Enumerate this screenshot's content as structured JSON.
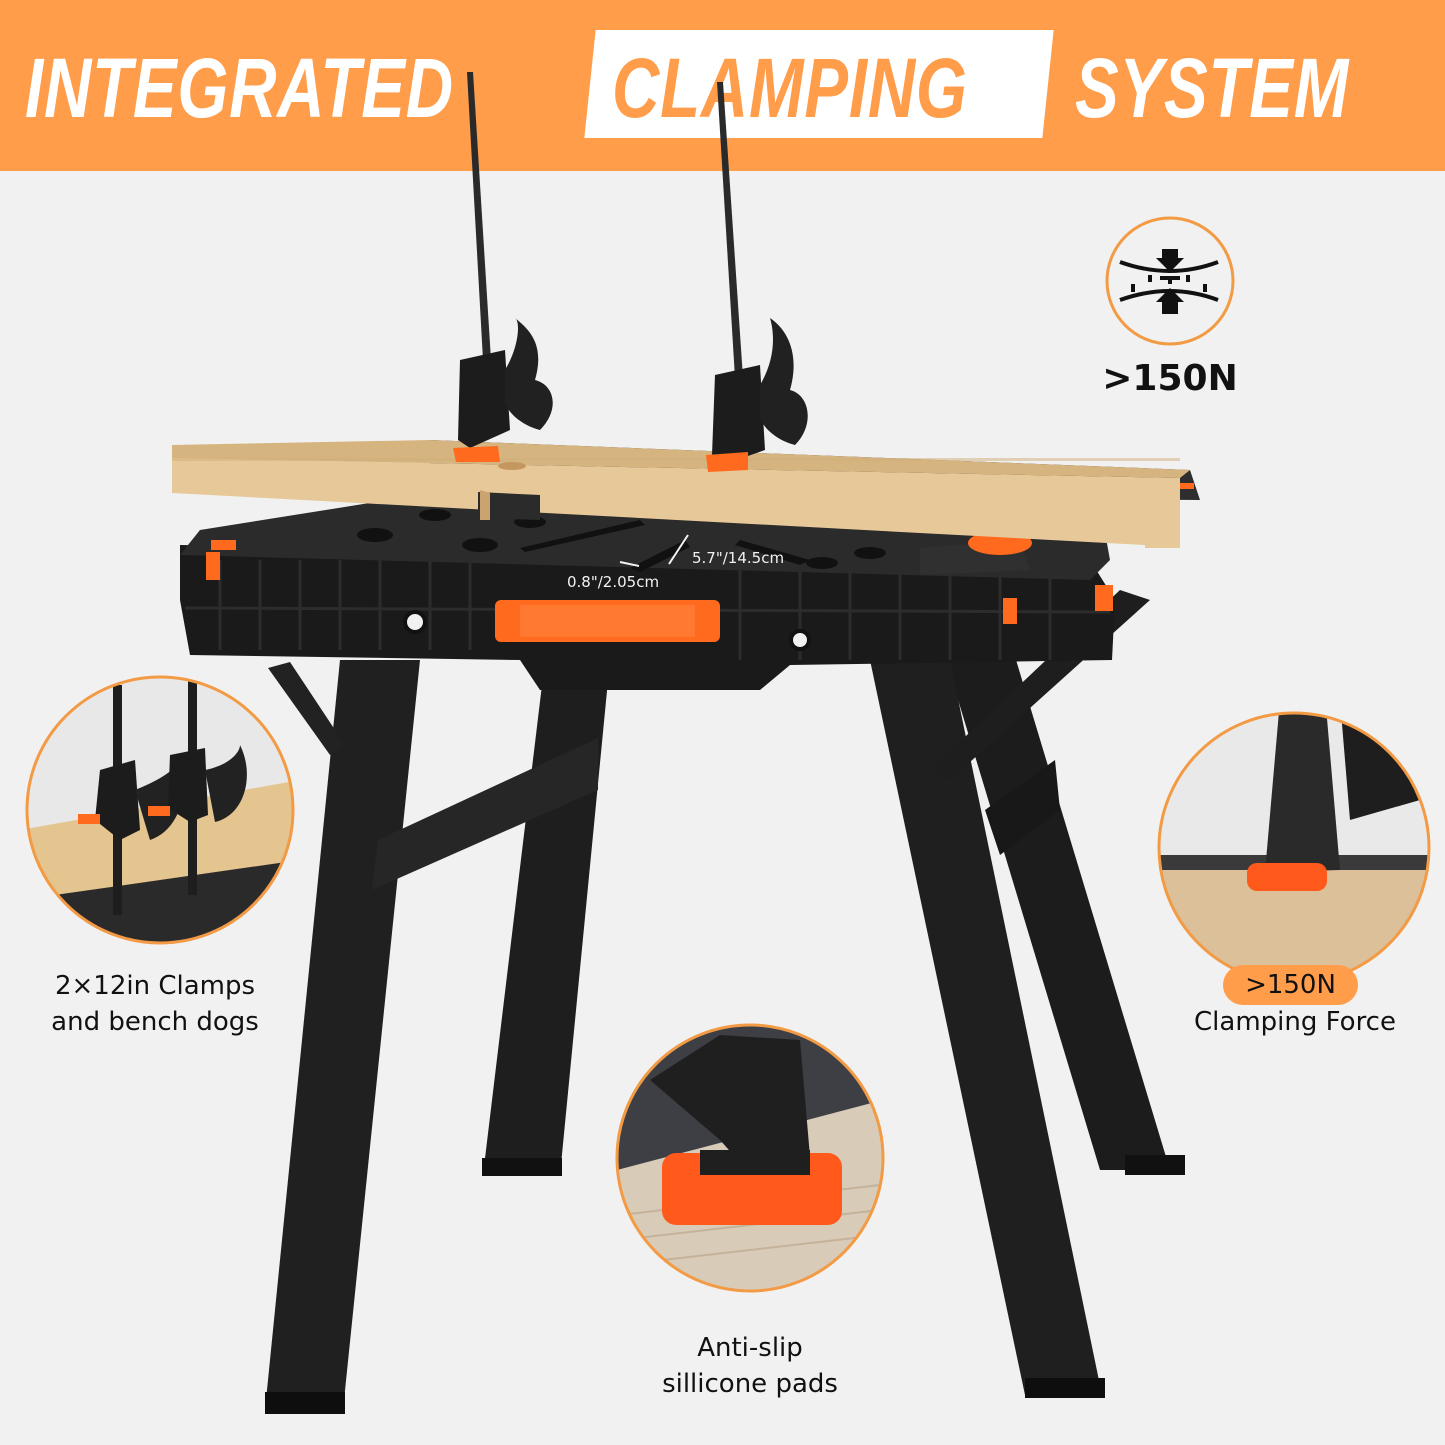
{
  "banner": {
    "title_part1": "INTEGRATED",
    "title_highlight": "CLAMPING",
    "title_part3": "SYSTEM",
    "background_color": "#ff9d4a",
    "highlight_box_color": "#ffffff"
  },
  "feature_icon": {
    "icon": "clamping-force-icon",
    "value": ">150N",
    "ring_color": "#f39a45"
  },
  "dimensions": {
    "slot_length": "5.7\"/14.5cm",
    "slot_width": "0.8\"/2.05cm"
  },
  "callouts": {
    "left": {
      "line1": "2×12in Clamps",
      "line2": "and bench dogs",
      "image": "clamps-on-wood-closeup"
    },
    "right": {
      "badge": ">150N",
      "line1": "Clamping Force",
      "image": "clamp-jaw-closeup"
    },
    "bottom": {
      "line1": "Anti-slip",
      "line2": "sillicone pads",
      "image": "silicone-pad-closeup"
    }
  },
  "colors": {
    "background": "#f1f1f1",
    "accent_orange": "#ff9d4a",
    "pad_orange": "#ff5a1c",
    "bench_black": "#1b1b1b",
    "wood": "#e6c797"
  }
}
